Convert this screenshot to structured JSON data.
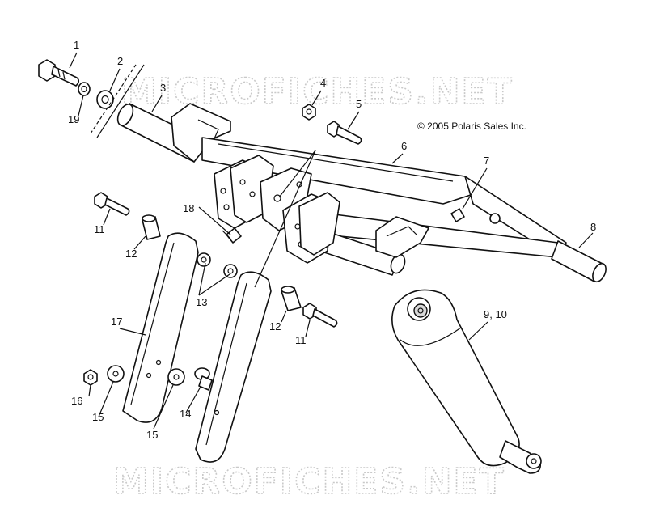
{
  "copyright": "© 2005 Polaris Sales Inc.",
  "watermark_top": "MICROFICHES.NET",
  "watermark_bottom": "MICROFICHES.NET",
  "callouts": [
    {
      "id": "c1",
      "text": "1"
    },
    {
      "id": "c2",
      "text": "2"
    },
    {
      "id": "c3",
      "text": "3"
    },
    {
      "id": "c4",
      "text": "4"
    },
    {
      "id": "c5",
      "text": "5"
    },
    {
      "id": "c6",
      "text": "6"
    },
    {
      "id": "c7",
      "text": "7"
    },
    {
      "id": "c8",
      "text": "8"
    },
    {
      "id": "c9",
      "text": "9, 10"
    },
    {
      "id": "c11a",
      "text": "11"
    },
    {
      "id": "c11b",
      "text": "11"
    },
    {
      "id": "c12a",
      "text": "12"
    },
    {
      "id": "c12b",
      "text": "12"
    },
    {
      "id": "c13",
      "text": "13"
    },
    {
      "id": "c14",
      "text": "14"
    },
    {
      "id": "c15a",
      "text": "15"
    },
    {
      "id": "c15b",
      "text": "15"
    },
    {
      "id": "c16",
      "text": "16"
    },
    {
      "id": "c17",
      "text": "17"
    },
    {
      "id": "c18",
      "text": "18"
    },
    {
      "id": "c19",
      "text": "19"
    }
  ]
}
